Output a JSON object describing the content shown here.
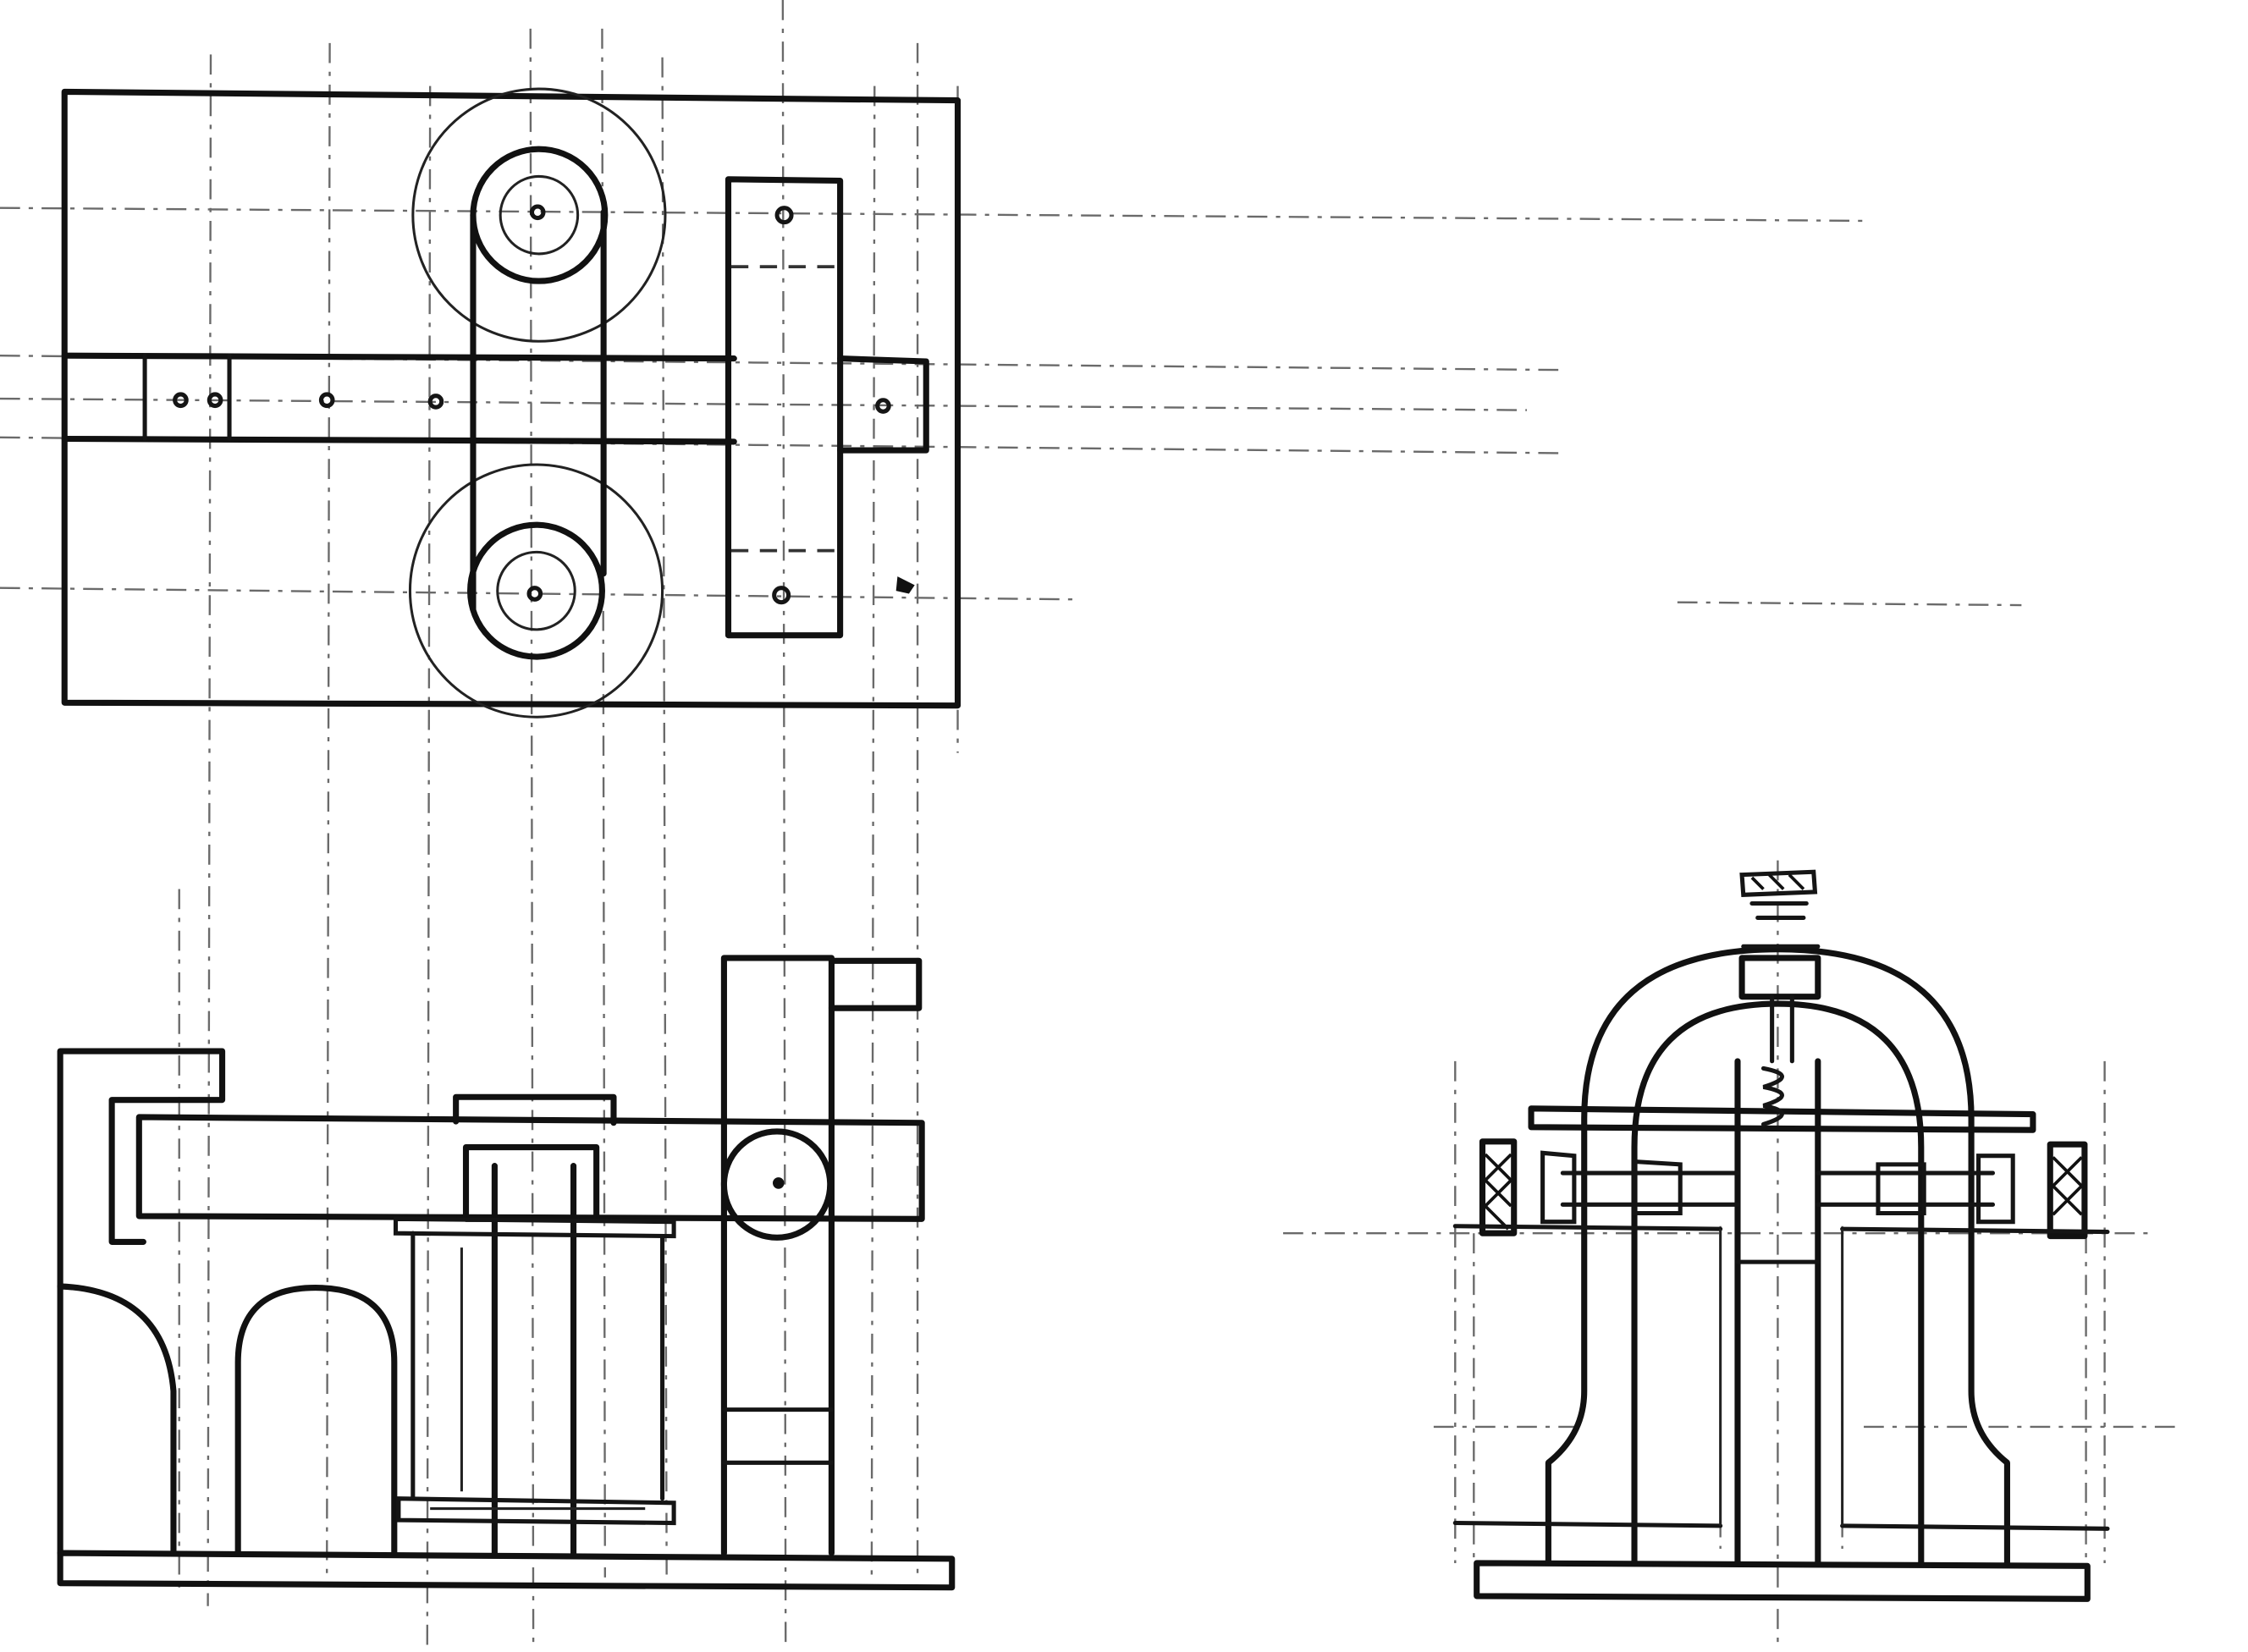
{
  "drawing": {
    "views": [
      {
        "id": "plan",
        "kind": "top-view"
      },
      {
        "id": "front-elevation",
        "kind": "front-view"
      },
      {
        "id": "side-elevation",
        "kind": "side-view"
      }
    ],
    "ink_color": "#111111",
    "construction_line_color": "#6a6a6a",
    "paper_color": "#ffffff"
  }
}
